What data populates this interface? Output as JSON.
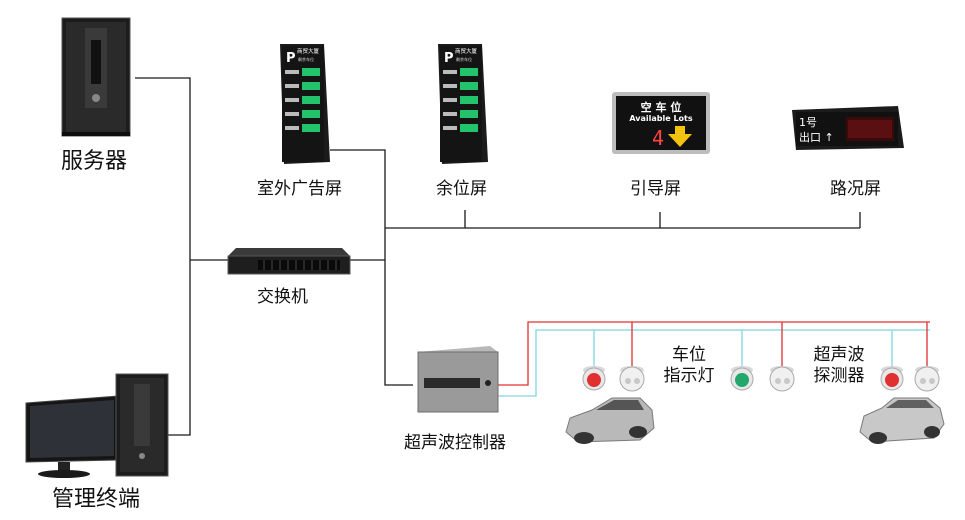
{
  "labels": {
    "server": "服务器",
    "terminal": "管理终端",
    "switch": "交换机",
    "outdoor_screen": "室外广告屏",
    "remaining_screen": "余位屏",
    "guide_screen": "引导屏",
    "road_screen": "路况屏",
    "controller": "超声波控制器",
    "indicator_line1": "车位",
    "indicator_line2": "指示灯",
    "detector_line1": "超声波",
    "detector_line2": "探测器"
  },
  "outdoor_sign": {
    "logo": "P",
    "header": "商贸大厦",
    "subheader": "剩余车位"
  },
  "remaining_sign": {
    "logo": "P",
    "header": "商贸大厦",
    "subheader": "剩余车位"
  },
  "guide_sign": {
    "line1": "空 车 位",
    "line2": "Available Lots",
    "digit": "4"
  },
  "road_sign": {
    "line1": "1号",
    "line2": "出口 ↑"
  },
  "colors": {
    "line_dark": "#1a1a1a",
    "line_red": "#e03030",
    "line_cyan": "#7fd6e0",
    "led_green": "#22c36a",
    "led_red": "#ff3b3b",
    "arrow_yellow": "#f2c40f"
  }
}
